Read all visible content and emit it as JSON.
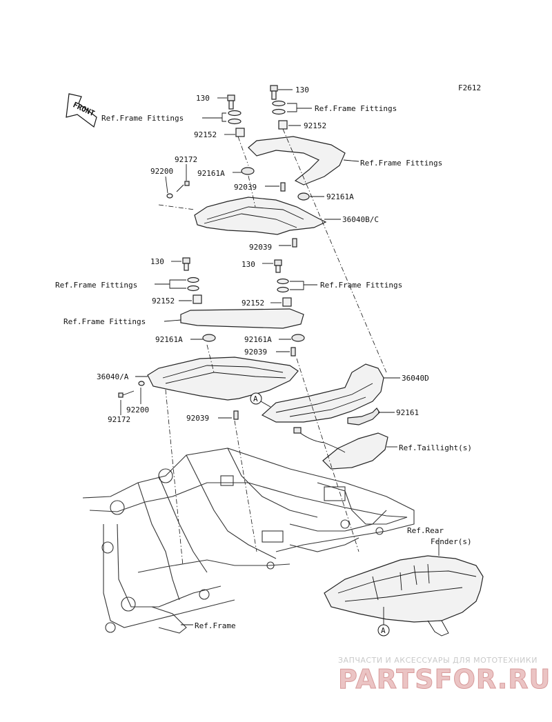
{
  "figure_code": "F2612",
  "front_arrow": "FRONT",
  "ref_frame_fittings": "Ref.Frame Fittings",
  "ref_frame": "Ref.Frame",
  "ref_taillight": "Ref.Taillight(s)",
  "ref_rear_fender_line1": "Ref.Rear",
  "ref_rear_fender_line2": "Fender(s)",
  "ref_marker": "A",
  "parts": {
    "p130": "130",
    "p92152": "92152",
    "p92161A": "92161A",
    "p92161": "92161",
    "p92172": "92172",
    "p92200": "92200",
    "p92039": "92039",
    "p36040BC": "36040B/C",
    "p36040A": "36040/A",
    "p36040D": "36040D"
  },
  "watermark": {
    "line1": "ЗАПЧАСТИ И АКСЕССУАРЫ ДЛЯ МОТОТЕХНИКИ",
    "line2": "PARTSFOR.RU"
  }
}
